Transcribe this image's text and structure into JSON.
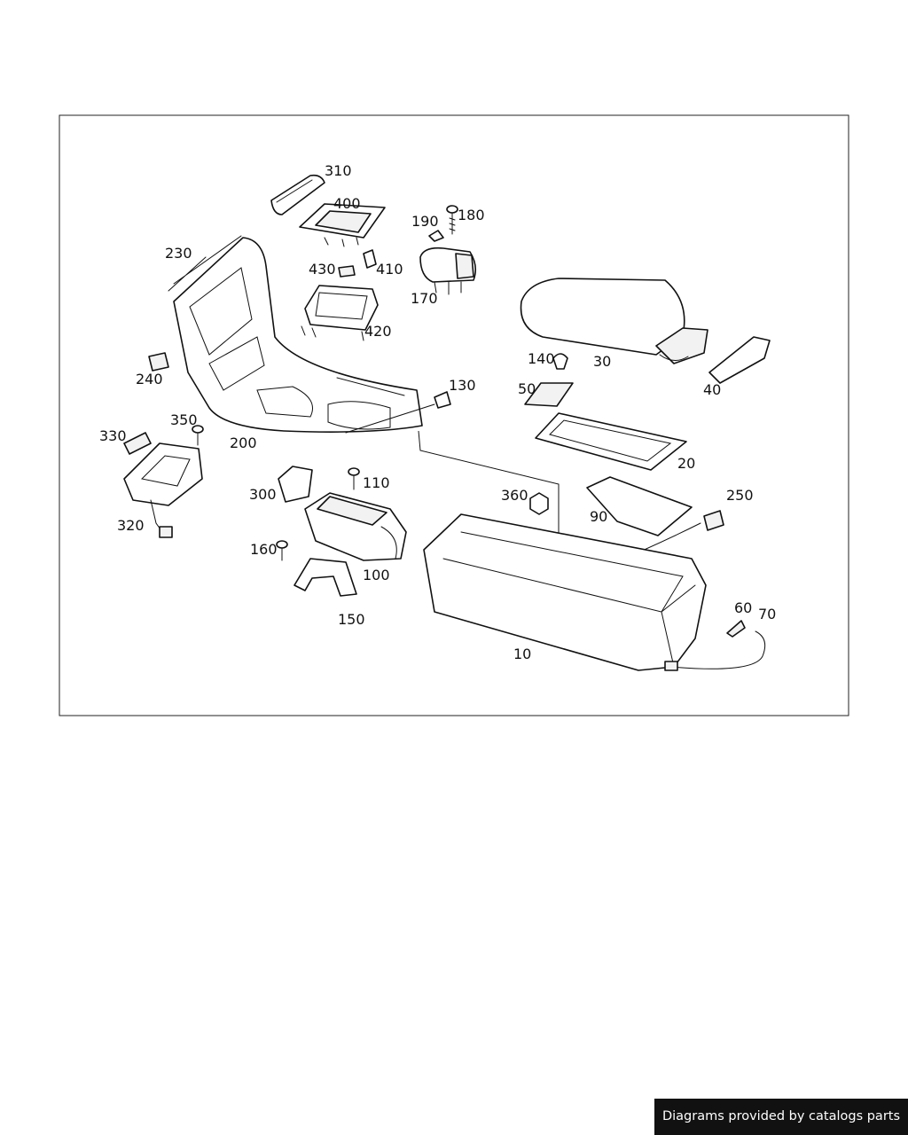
{
  "diagram": {
    "callouts": [
      {
        "id": "c310",
        "text": "310"
      },
      {
        "id": "c400",
        "text": "400"
      },
      {
        "id": "c190",
        "text": "190"
      },
      {
        "id": "c180",
        "text": "180"
      },
      {
        "id": "c230",
        "text": "230"
      },
      {
        "id": "c430",
        "text": "430"
      },
      {
        "id": "c410",
        "text": "410"
      },
      {
        "id": "c170",
        "text": "170"
      },
      {
        "id": "c420",
        "text": "420"
      },
      {
        "id": "c140",
        "text": "140"
      },
      {
        "id": "c30",
        "text": "30"
      },
      {
        "id": "c240",
        "text": "240"
      },
      {
        "id": "c130",
        "text": "130"
      },
      {
        "id": "c50",
        "text": "50"
      },
      {
        "id": "c40",
        "text": "40"
      },
      {
        "id": "c350",
        "text": "350"
      },
      {
        "id": "c330",
        "text": "330"
      },
      {
        "id": "c200",
        "text": "200"
      },
      {
        "id": "c20",
        "text": "20"
      },
      {
        "id": "c110",
        "text": "110"
      },
      {
        "id": "c300",
        "text": "300"
      },
      {
        "id": "c360",
        "text": "360"
      },
      {
        "id": "c250",
        "text": "250"
      },
      {
        "id": "c90",
        "text": "90"
      },
      {
        "id": "c320",
        "text": "320"
      },
      {
        "id": "c160",
        "text": "160"
      },
      {
        "id": "c100",
        "text": "100"
      },
      {
        "id": "c60",
        "text": "60"
      },
      {
        "id": "c70",
        "text": "70"
      },
      {
        "id": "c150",
        "text": "150"
      },
      {
        "id": "c10",
        "text": "10"
      }
    ]
  },
  "footer": {
    "credit": "Diagrams provided by catalogs parts"
  }
}
